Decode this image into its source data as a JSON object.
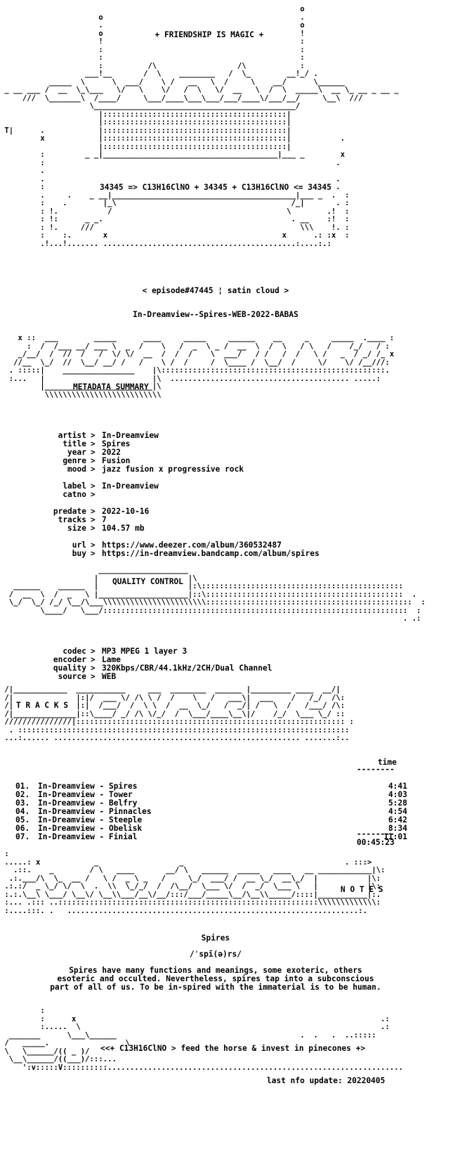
{
  "banner": {
    "title": "+ FRIENDSHIP IS MAGIC +",
    "formula": "34345 => C13H16ClNO + 34345 + C13H16ClNO <= 34345"
  },
  "episode": "< episode#47445 ¦ satin cloud >",
  "release_name": "In-Dreamview--Spires-WEB-2022-BABAS",
  "sections": {
    "metadata": "METADATA SUMMARY",
    "quality": "QUALITY CONTROL",
    "tracks": "T R A C K S",
    "notes": "N O T E S"
  },
  "metadata": [
    {
      "key": "artist",
      "value": "In-Dreamview"
    },
    {
      "key": "title",
      "value": "Spires"
    },
    {
      "key": "year",
      "value": "2022"
    },
    {
      "key": "genre",
      "value": "Fusion"
    },
    {
      "key": "mood",
      "value": "jazz fusion x progressive rock"
    },
    {
      "key": "label",
      "value": "In-Dreamview"
    },
    {
      "key": "catno",
      "value": ""
    },
    {
      "key": "predate",
      "value": "2022-10-16"
    },
    {
      "key": "tracks",
      "value": "7"
    },
    {
      "key": "size",
      "value": "104.57 mb"
    },
    {
      "key": "url",
      "value": "https://www.deezer.com/album/360532487"
    },
    {
      "key": "buy",
      "value": "https://in-dreamview.bandcamp.com/album/spires"
    }
  ],
  "quality": [
    {
      "key": "codec",
      "value": "MP3 MPEG 1 layer 3"
    },
    {
      "key": "encoder",
      "value": "Lame"
    },
    {
      "key": "quality",
      "value": "320Kbps/CBR/44.1kHz/2CH/Dual Channel"
    },
    {
      "key": "source",
      "value": "WEB"
    }
  ],
  "tracklist": {
    "time_header": "time",
    "rule": "--------",
    "items": [
      {
        "num": "01.",
        "name": "In-Dreamview - Spires",
        "time": "4:41"
      },
      {
        "num": "02.",
        "name": "In-Dreamview - Tower",
        "time": "4:03"
      },
      {
        "num": "03.",
        "name": "In-Dreamview - Belfry",
        "time": "5:28"
      },
      {
        "num": "04.",
        "name": "In-Dreamview - Pinnacles",
        "time": "4:54"
      },
      {
        "num": "05.",
        "name": "In-Dreamview - Steeple",
        "time": "6:42"
      },
      {
        "num": "06.",
        "name": "In-Dreamview - Obelisk",
        "time": "8:34"
      },
      {
        "num": "07.",
        "name": "In-Dreamview - Finial",
        "time": "11:01"
      }
    ],
    "total": "00:45:23"
  },
  "notes": {
    "title": "Spires",
    "pronunciation": "/ˈspī(ə)rs/",
    "text": [
      "Spires have many functions and meanings, some exoteric, others",
      "esoteric and occulted. Nevertheless, spires tap into a subconscious",
      "part of all of us. To be in-spired with the immaterial is to be human."
    ]
  },
  "footer": {
    "tagline": "<<+ C13H16ClNO > feed the horse & invest in pinecones +>",
    "last_update": "last nfo update: 20220405"
  }
}
